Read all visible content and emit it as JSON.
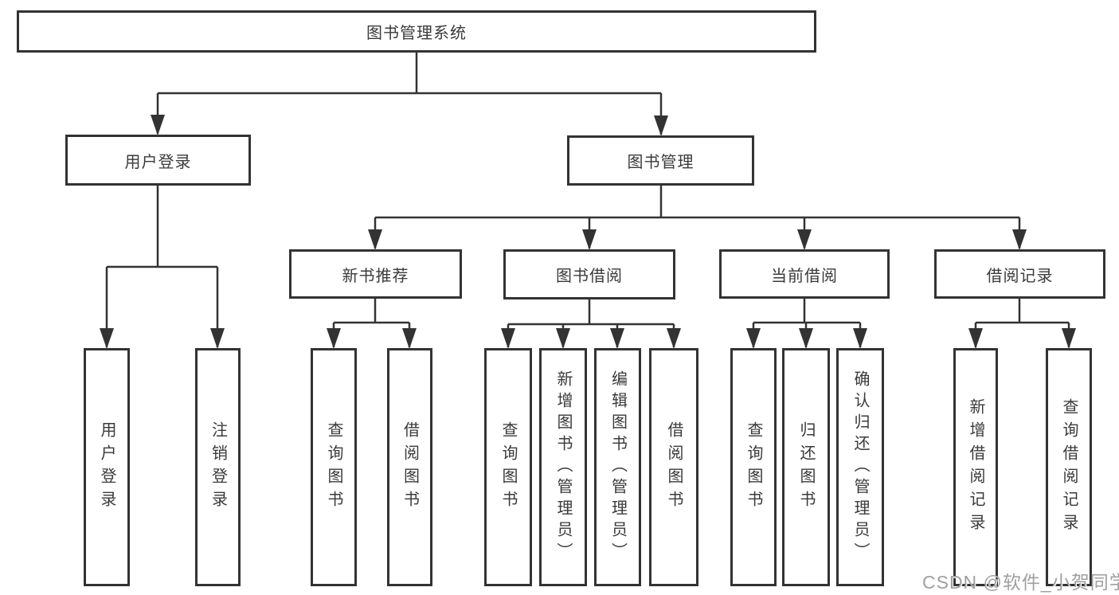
{
  "tree": {
    "root": "图书管理系统",
    "user_login": {
      "label": "用户登录",
      "children": {
        "login": "用户登录",
        "logout": "注销登录"
      }
    },
    "book_mgmt": {
      "label": "图书管理",
      "children": {
        "new_book": {
          "label": "新书推荐",
          "children": {
            "query": "查询图书",
            "borrow": "借阅图书"
          }
        },
        "borrowing": {
          "label": "图书借阅",
          "children": {
            "query": "查询图书",
            "add": "新增图书（管理员）",
            "edit": "编辑图书（管理员）",
            "borrow": "借阅图书"
          }
        },
        "current": {
          "label": "当前借阅",
          "children": {
            "query": "查询图书",
            "return": "归还图书",
            "confirm": "确认归还（管理员）"
          }
        },
        "records": {
          "label": "借阅记录",
          "children": {
            "add": "新增借阅记录",
            "query": "查询借阅记录"
          }
        }
      }
    }
  },
  "watermark": "CSDN @软件_小贺同学",
  "colors": {
    "line": "#333333",
    "box_border": "#333333",
    "text": "#3a3a3a",
    "watermark": "#a0a0a0",
    "background": "#ffffff"
  }
}
